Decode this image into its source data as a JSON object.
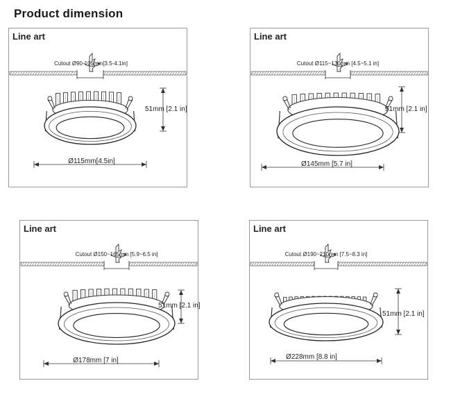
{
  "page_title": "Product dimension",
  "panels": [
    {
      "label": "Line art",
      "cutout": "Cutout Ø90-105mm[3.5-4.1in]",
      "height": "51mm [2.1 in]",
      "diameter": "Ø115mm[4.5in]"
    },
    {
      "label": "Line art",
      "cutout": "Cutout Ø115~130mm [4.5~5.1 in]",
      "height": "51mm [2.1 in]",
      "diameter": "Ø145mm [5.7 in]"
    },
    {
      "label": "Line art",
      "cutout": "Cutout Ø150~165mm [5.9~6.5 in]",
      "height": "51mm [2.1 in]",
      "diameter": "Ø178mm [7 in]"
    },
    {
      "label": "Line art",
      "cutout": "Cutout Ø190~210mm [7.5~8.3 in]",
      "height": "51mm [2.1 in]",
      "diameter": "Ø228mm [8.8 in]"
    }
  ]
}
